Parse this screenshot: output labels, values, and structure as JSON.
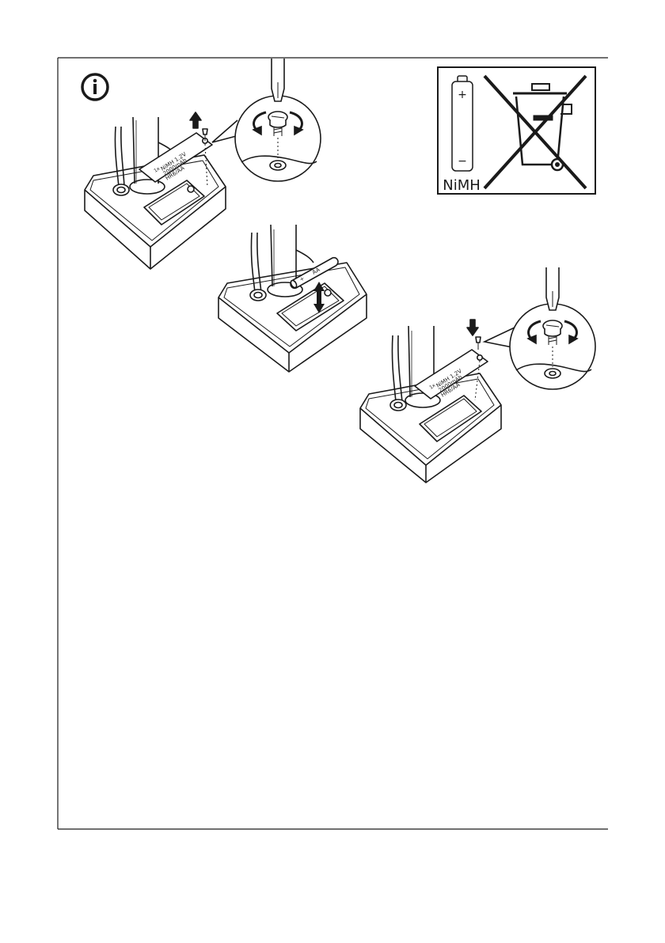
{
  "info_icon": {
    "name": "info-icon",
    "glyph": "i"
  },
  "battery_label": {
    "line1": "NiMH 1.2V",
    "line2": "2000mAh",
    "line3": "HR6/AA",
    "qty": "1x"
  },
  "inserted_battery": {
    "size": "AA",
    "polarity": "+"
  },
  "disposal_panel": {
    "chemistry": "NiMH",
    "plus_sign": "+",
    "minus_sign": "−",
    "crossed_bin_icon": "crossed-out-wheelie-bin-icon"
  },
  "colors": {
    "ink": "#1a1a1a",
    "paper": "#ffffff"
  }
}
